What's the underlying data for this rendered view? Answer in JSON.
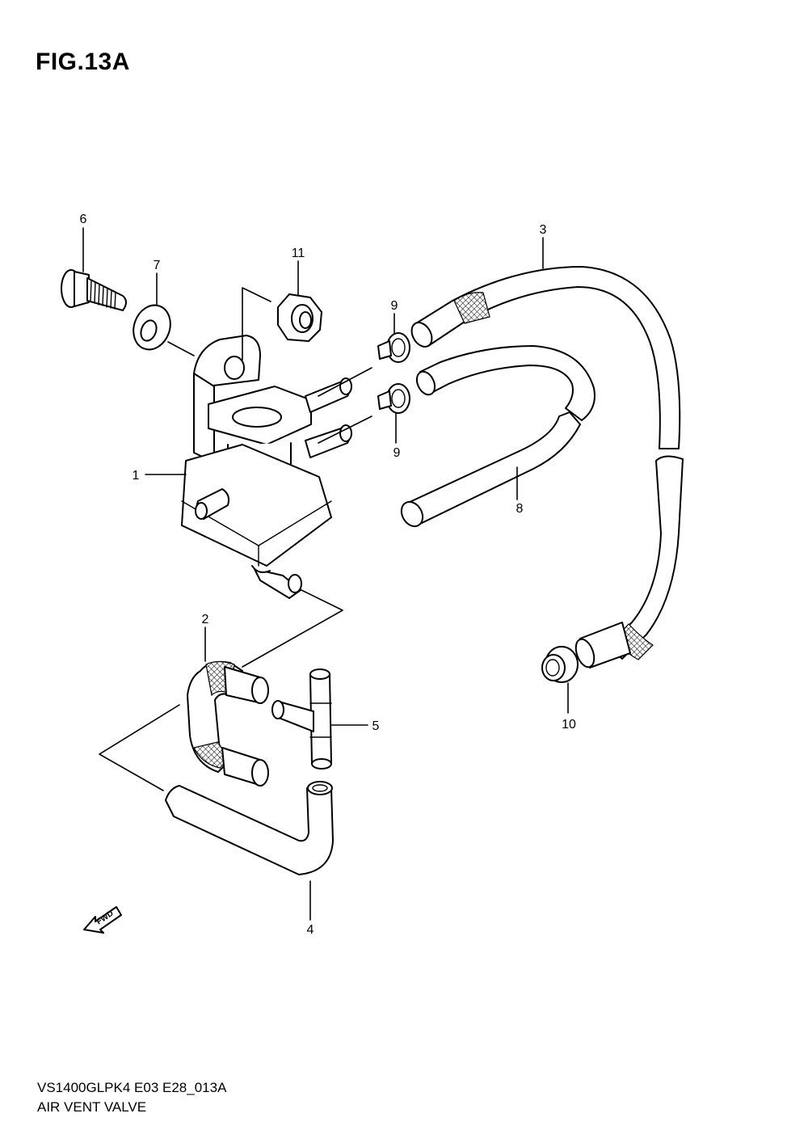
{
  "figure": {
    "title": "FIG.13A"
  },
  "callouts": [
    {
      "id": "1",
      "label": "1"
    },
    {
      "id": "2",
      "label": "2"
    },
    {
      "id": "3",
      "label": "3"
    },
    {
      "id": "4",
      "label": "4"
    },
    {
      "id": "5",
      "label": "5"
    },
    {
      "id": "6",
      "label": "6"
    },
    {
      "id": "7",
      "label": "7"
    },
    {
      "id": "8",
      "label": "8"
    },
    {
      "id": "9a",
      "label": "9"
    },
    {
      "id": "9b",
      "label": "9"
    },
    {
      "id": "10",
      "label": "10"
    },
    {
      "id": "11",
      "label": "11"
    }
  ],
  "fwd_marker": {
    "text": "FWD"
  },
  "footer": {
    "code": "VS1400GLPK4 E03 E28_013A",
    "name": "AIR VENT VALVE"
  }
}
